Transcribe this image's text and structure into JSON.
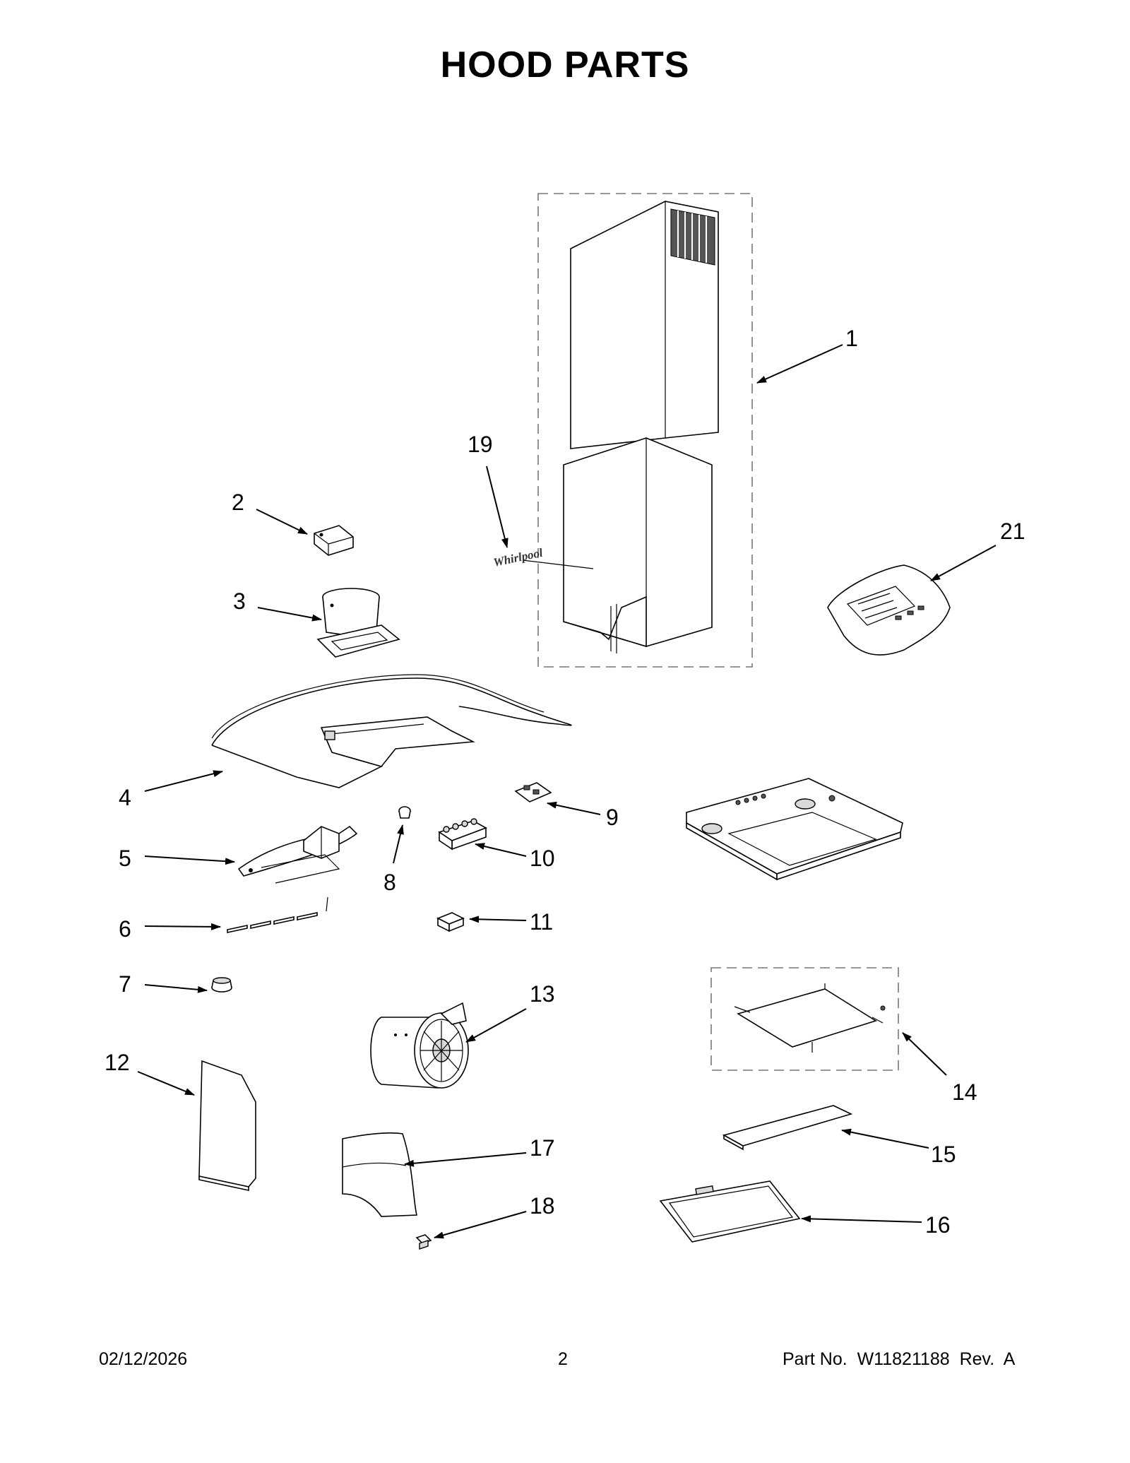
{
  "page": {
    "title": "HOOD PARTS",
    "date": "02/12/2026",
    "page_number": "2",
    "part_no": "Part No.  W11821188  Rev.  A"
  },
  "callouts": [
    {
      "id": "1",
      "label": "1"
    },
    {
      "id": "2",
      "label": "2"
    },
    {
      "id": "3",
      "label": "3"
    },
    {
      "id": "4",
      "label": "4"
    },
    {
      "id": "5",
      "label": "5"
    },
    {
      "id": "6",
      "label": "6"
    },
    {
      "id": "7",
      "label": "7"
    },
    {
      "id": "8",
      "label": "8"
    },
    {
      "id": "9",
      "label": "9"
    },
    {
      "id": "10",
      "label": "10"
    },
    {
      "id": "11",
      "label": "11"
    },
    {
      "id": "12",
      "label": "12"
    },
    {
      "id": "13",
      "label": "13"
    },
    {
      "id": "14",
      "label": "14"
    },
    {
      "id": "15",
      "label": "15"
    },
    {
      "id": "16",
      "label": "16"
    },
    {
      "id": "17",
      "label": "17"
    },
    {
      "id": "18",
      "label": "18"
    },
    {
      "id": "19",
      "label": "19"
    },
    {
      "id": "21",
      "label": "21"
    }
  ],
  "logo_text": "Whirlpool"
}
